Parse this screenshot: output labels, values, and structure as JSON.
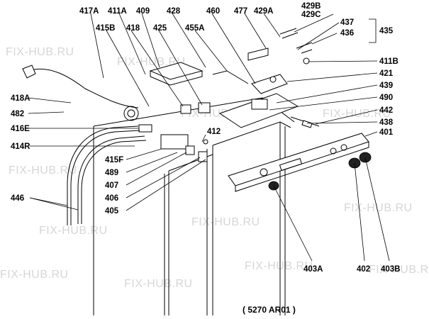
{
  "diagram": {
    "caption": "( 5270  AR01 )",
    "watermark": "FIX-HUB.RU",
    "labels": {
      "l417A": "417A",
      "l411A": "411A",
      "l409": "409",
      "l428": "428",
      "l460": "460",
      "l477": "477",
      "l429A": "429A",
      "l429B": "429B",
      "l429C": "429C",
      "l437": "437",
      "l436": "436",
      "l435": "435",
      "l415B": "415B",
      "l418": "418",
      "l425": "425",
      "l455A": "455A",
      "l411B": "411B",
      "l421": "421",
      "l439": "439",
      "l490": "490",
      "l418A": "418A",
      "l482": "482",
      "l442": "442",
      "l416E": "416E",
      "l438": "438",
      "l401": "401",
      "l414R": "414R",
      "l412": "412",
      "l415F": "415F",
      "l489": "489",
      "l407": "407",
      "l446": "446",
      "l406": "406",
      "l405": "405",
      "l403A": "403A",
      "l402": "402",
      "l403B": "403B"
    }
  }
}
